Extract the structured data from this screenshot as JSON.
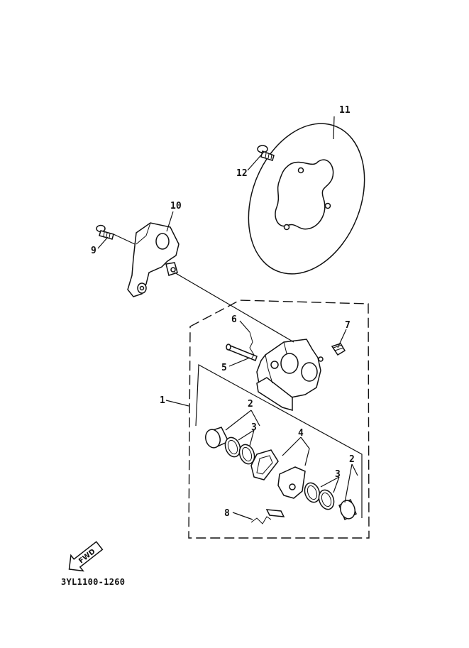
{
  "callouts": {
    "c1": "1",
    "c2a": "2",
    "c2b": "2",
    "c3a": "3",
    "c3b": "3",
    "c4": "4",
    "c5": "5",
    "c6": "6",
    "c7": "7",
    "c8": "8",
    "c9": "9",
    "c10": "10",
    "c11": "11",
    "c12": "12"
  },
  "fwd_label": "FWD",
  "diagram_code": "3YL1100-1260"
}
